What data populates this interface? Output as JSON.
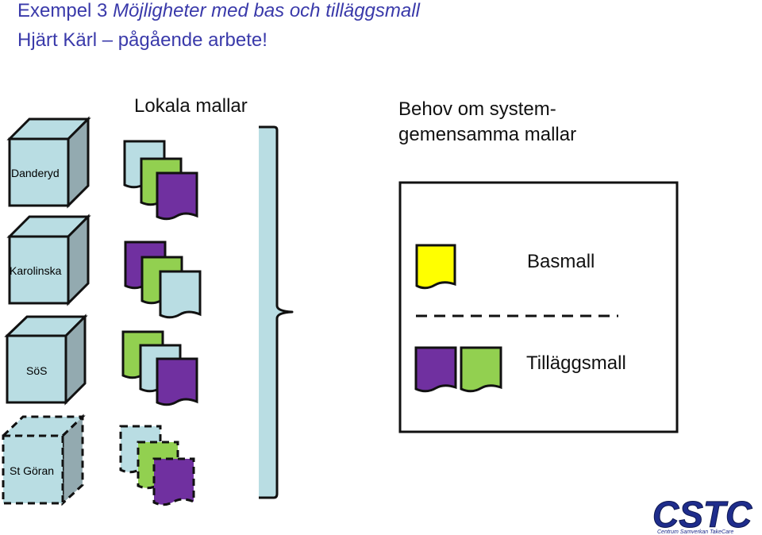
{
  "title": {
    "line1_prefix": "Exempel 3",
    "line1_italic": "Möjligheter med bas och tilläggsmall",
    "line2": "Hjärt Kärl – pågående arbete!"
  },
  "headings": {
    "local": "Lokala mallar",
    "system_line1": "Behov om system-",
    "system_line2": "gemensamma mallar"
  },
  "hospitals": [
    {
      "name": "Danderyd",
      "dashed": false
    },
    {
      "name": "Karolinska",
      "dashed": false
    },
    {
      "name": "SöS",
      "dashed": false
    },
    {
      "name": "St Göran",
      "dashed": true
    }
  ],
  "template_box": {
    "base_label": "Basmall",
    "addon_label": "Tilläggsmall"
  },
  "logo": {
    "text": "CSTC",
    "tagline": "Centrum Samverkan TakeCare"
  },
  "colors": {
    "light_blue": "#b9dde3",
    "green": "#92d050",
    "purple": "#7030a0",
    "yellow": "#ffff00",
    "cube_front": "#b9dde3",
    "cube_side": "#93aab0",
    "title_blue": "#3a3aaa",
    "logo_blue": "#1f2d8c"
  }
}
